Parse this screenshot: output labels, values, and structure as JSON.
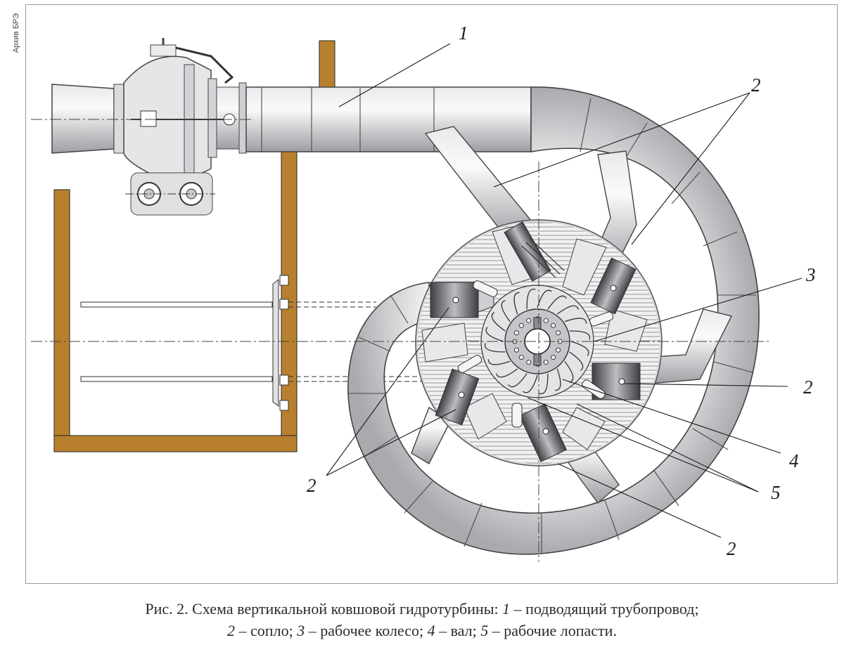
{
  "archive_label": "Архив БРЭ",
  "labels": {
    "l1": "1",
    "l2_top": "2",
    "l2_right": "2",
    "l2_left": "2",
    "l2_bottom": "2",
    "l3": "3",
    "l4": "4",
    "l5": "5"
  },
  "caption": {
    "prefix": "Рис. 2. Схема вертикальной ковшовой гидротурбины: ",
    "n1": "1",
    "t1": " – подводящий трубопровод;",
    "n2": "2",
    "t2": " – сопло; ",
    "n3": "3",
    "t3": " – рабочее колесо; ",
    "n4": "4",
    "t4": " – вал; ",
    "n5": "5",
    "t5": " – рабочие лопасти."
  },
  "colors": {
    "frame": "#9a9a9a",
    "wall": "#b8802e",
    "pipe_light": "#f2f2f4",
    "pipe_dark": "#9c9ca2",
    "housing": "#d8d8dc",
    "nozzle": "#5a5a60"
  }
}
